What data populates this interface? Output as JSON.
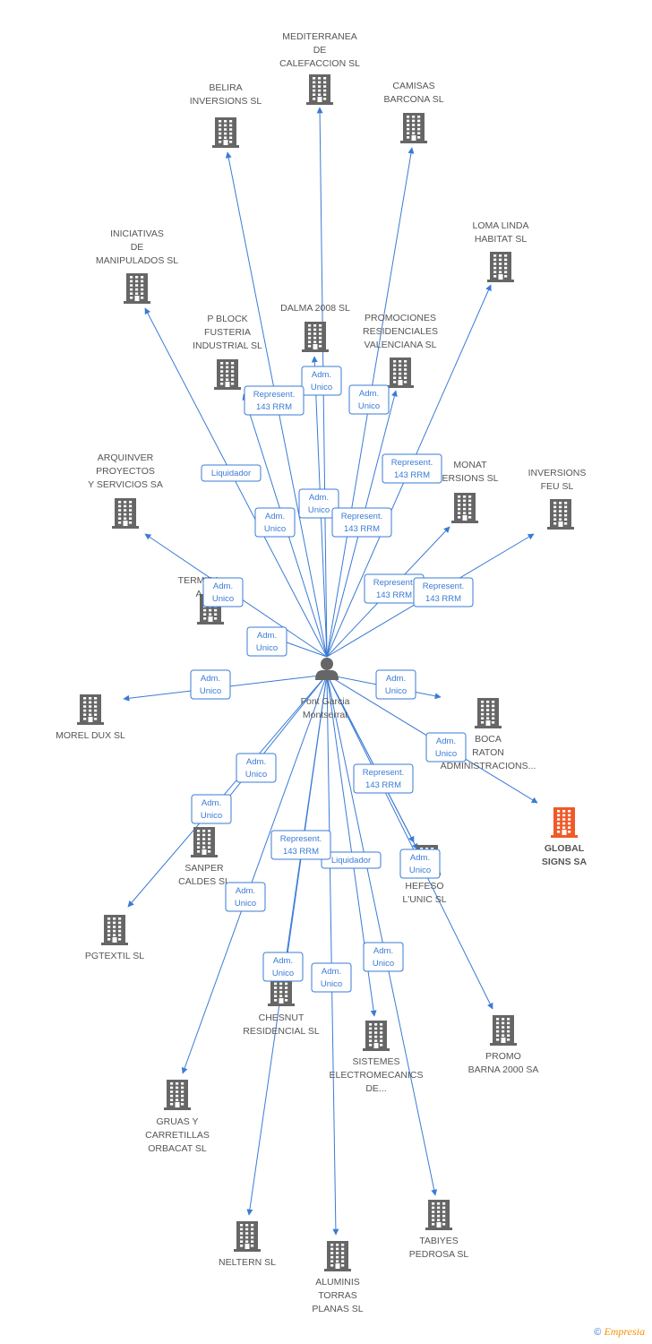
{
  "colors": {
    "edge": "#3a7bd5",
    "building": "#666666",
    "highlight": "#f05a28",
    "label": "#555555"
  },
  "center": {
    "name": [
      "Font Garcia",
      "Montserrat"
    ],
    "icon": "person-icon"
  },
  "nodes": [
    {
      "id": "mediterranea",
      "name": [
        "MEDITERRANEA",
        "DE",
        "CALEFACCION SL"
      ]
    },
    {
      "id": "belira",
      "name": [
        "BELIRA",
        "INVERSIONS SL"
      ]
    },
    {
      "id": "camisas",
      "name": [
        "CAMISAS",
        "BARCONA SL"
      ]
    },
    {
      "id": "loma",
      "name": [
        "LOMA LINDA",
        "HABITAT SL"
      ]
    },
    {
      "id": "iniciativas",
      "name": [
        "INICIATIVAS",
        "DE",
        "MANIPULADOS SL"
      ]
    },
    {
      "id": "pblock",
      "name": [
        "P BLOCK",
        "FUSTERIA",
        "INDUSTRIAL SL"
      ]
    },
    {
      "id": "dalma",
      "name": [
        "DALMA 2008 SL"
      ]
    },
    {
      "id": "promociones",
      "name": [
        "PROMOCIONES",
        "RESIDENCIALES",
        "VALENCIANA SL"
      ]
    },
    {
      "id": "arquinver",
      "name": [
        "ARQUINVER",
        "PROYECTOS",
        "Y SERVICIOS SA"
      ]
    },
    {
      "id": "monat",
      "name": [
        "MONAT",
        "ERSIONS SL"
      ]
    },
    {
      "id": "feu",
      "name": [
        "INVERSIONS",
        "FEU SL"
      ]
    },
    {
      "id": "termiba",
      "name": [
        "TERMIBA",
        "A"
      ]
    },
    {
      "id": "moreldux",
      "name": [
        "MOREL DUX SL"
      ]
    },
    {
      "id": "boca",
      "name": [
        "BOCA",
        "RATON",
        "ADMINISTRACIONS..."
      ]
    },
    {
      "id": "global",
      "name": [
        "GLOBAL",
        "SIGNS SA"
      ],
      "highlight": true
    },
    {
      "id": "sanper",
      "name": [
        "SANPER",
        "CALDES SL"
      ]
    },
    {
      "id": "hefeso",
      "name": [
        "HEFESO",
        "L'UNIC SL"
      ]
    },
    {
      "id": "pgtextil",
      "name": [
        "PGTEXTIL SL"
      ]
    },
    {
      "id": "chesnut",
      "name": [
        "CHESNUT",
        "RESIDENCIAL SL"
      ]
    },
    {
      "id": "promo",
      "name": [
        "PROMO",
        "BARNA 2000 SA"
      ]
    },
    {
      "id": "sistemes",
      "name": [
        "SISTEMES",
        "ELECTROMECANICS",
        "DE..."
      ]
    },
    {
      "id": "gruas",
      "name": [
        "GRUAS Y",
        "CARRETILLAS",
        "ORBACAT SL"
      ]
    },
    {
      "id": "tabiyes",
      "name": [
        "TABIYES",
        "PEDROSA SL"
      ]
    },
    {
      "id": "neltern",
      "name": [
        "NELTERN SL"
      ]
    },
    {
      "id": "aluminis",
      "name": [
        "ALUMINIS",
        "TORRAS",
        "PLANAS SL"
      ]
    }
  ],
  "edges": [
    {
      "to": "mediterranea",
      "label": [
        "Adm.",
        "Unico"
      ]
    },
    {
      "to": "belira",
      "label": [
        "Represent.",
        "143 RRM"
      ]
    },
    {
      "to": "camisas",
      "label": [
        "Adm.",
        "Unico"
      ]
    },
    {
      "to": "loma",
      "label": [
        "Represent.",
        "143 RRM"
      ]
    },
    {
      "to": "iniciativas",
      "label": [
        "Liquidador"
      ]
    },
    {
      "to": "pblock",
      "label": [
        "Adm.",
        "Unico"
      ]
    },
    {
      "to": "dalma",
      "label": [
        "Adm.",
        "Unico"
      ]
    },
    {
      "to": "promociones",
      "label": [
        "Represent.",
        "143 RRM"
      ]
    },
    {
      "to": "arquinver",
      "label": [
        "Adm.",
        "Unico"
      ]
    },
    {
      "to": "monat",
      "label": [
        "Represent.",
        "143 RRM"
      ]
    },
    {
      "to": "feu",
      "label": [
        "Represent.",
        "143 RRM"
      ]
    },
    {
      "to": "termiba",
      "label": [
        "Adm.",
        "Unico"
      ]
    },
    {
      "to": "moreldux",
      "label": [
        "Adm.",
        "Unico"
      ]
    },
    {
      "to": "boca",
      "label": [
        "Adm.",
        "Unico"
      ]
    },
    {
      "to": "global",
      "label": [
        "Adm.",
        "Unico"
      ]
    },
    {
      "to": "sanper",
      "label": [
        "Adm.",
        "Unico"
      ]
    },
    {
      "to": "hefeso",
      "label": [
        "Liquidador"
      ]
    },
    {
      "to": "pgtextil",
      "label": [
        "Adm.",
        "Unico"
      ]
    },
    {
      "to": "chesnut",
      "label": [
        "Represent.",
        "143 RRM"
      ]
    },
    {
      "to": "promo",
      "label": [
        "Adm.",
        "Unico"
      ]
    },
    {
      "to": "sistemes",
      "label": [
        "Adm.",
        "Unico"
      ]
    },
    {
      "to": "gruas",
      "label": [
        "Adm.",
        "Unico"
      ]
    },
    {
      "to": "tabiyes",
      "label": [
        "Adm.",
        "Unico"
      ]
    },
    {
      "to": "neltern",
      "label": [
        "Adm.",
        "Unico"
      ]
    },
    {
      "to": "aluminis",
      "label": [
        "Adm.",
        "Unico"
      ]
    },
    {
      "to": "hefeso2",
      "label": [
        "Represent.",
        "143 RRM"
      ]
    }
  ],
  "footer": {
    "copyright": "©",
    "brand": "Empresia"
  }
}
